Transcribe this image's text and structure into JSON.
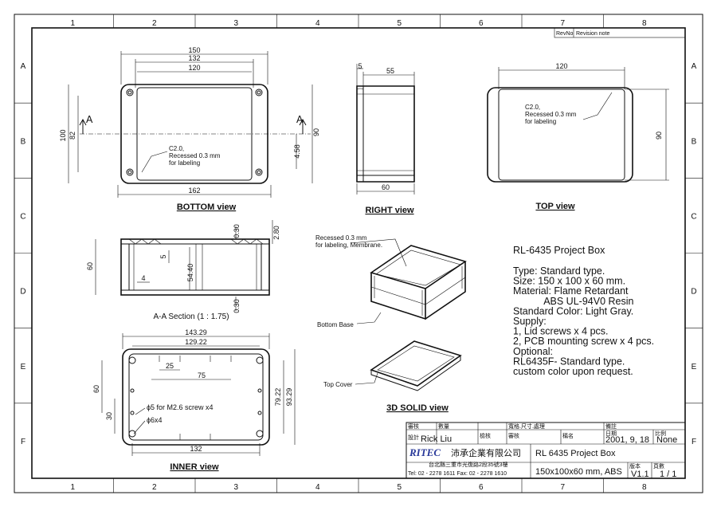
{
  "sheet": {
    "columns": [
      "1",
      "2",
      "3",
      "4",
      "5",
      "6",
      "7",
      "8"
    ],
    "rows": [
      "A",
      "B",
      "C",
      "D",
      "E",
      "F"
    ]
  },
  "revision": {
    "no_label": "RevNo",
    "note_label": "Revision note"
  },
  "views": {
    "bottom": "BOTTOM view",
    "right": "RIGHT view",
    "top": "TOP view",
    "section": "A-A Section  (1 : 1.75)",
    "inner": "INNER view",
    "solid": "3D SOLID view"
  },
  "bottom_view": {
    "dims": {
      "overall_length": "150",
      "hole_pitch": "132",
      "label_length": "120",
      "flange_length": "162",
      "overall_width": "100",
      "hole_width": "82",
      "label_width": "90",
      "offset": "4.58"
    },
    "section_mark": "A",
    "note": [
      "C2.0,",
      "Recessed 0.3 mm",
      "for labeling"
    ]
  },
  "right_view": {
    "dims": {
      "lip": "5",
      "body_height": "55",
      "total_height": "60"
    }
  },
  "top_view": {
    "dims": {
      "length": "120",
      "width": "90"
    },
    "note": [
      "C2.0,",
      "Recessed 0.3 mm",
      "for labeling"
    ]
  },
  "section": {
    "dims": {
      "height": "60",
      "inner_height": "54.40",
      "lip": "5",
      "wall": "4",
      "top_gap": "0.30",
      "rib": "2.80",
      "bottom_gap": "0.30"
    }
  },
  "inner_view": {
    "dims": {
      "outer": "143.29",
      "inner": "129.22",
      "slot": "25",
      "slot_pitch": "75",
      "hole_pitch": "132",
      "side_a": "60",
      "side_b": "30",
      "inner_width": "79.22",
      "outer_width": "93.29"
    },
    "notes": [
      "ϕ5 for M2.6 screw x4",
      "ϕ6x4"
    ]
  },
  "solid_view": {
    "note": [
      "Recessed 0.3 mm",
      "for labeling, Membrane."
    ],
    "bottom_label": "Bottom Base",
    "top_label": "Top Cover"
  },
  "spec": {
    "title": "RL-6435 Project Box",
    "lines": [
      "Type: Standard type.",
      "Size: 150 x 100 x 60 mm.",
      "Material: Flame Retardant",
      "           ABS UL-94V0 Resin",
      "Standard Color: Light Gray.",
      "Supply:",
      "1, Lid screws x 4 pcs.",
      "2, PCB mounting screw x 4 pcs.",
      "Optional:",
      "RL6435F- Standard type.",
      "custom color upon request."
    ]
  },
  "title_block": {
    "approve_label": "審核",
    "qty_label": "數量",
    "spec_label": "寬格.尺寸.處理",
    "remark_label": "備註",
    "design_label": "設計",
    "designer": "Rick Liu",
    "check_label": "檢核",
    "approve2_label": "審核",
    "name_label": "稱名",
    "date_label": "日期",
    "date": "2001, 9, 18",
    "scale_label": "比例",
    "scale": "None",
    "company_logo": "RITEC",
    "company_name": "沛承企業有限公司",
    "address": "台北縣三重市光復路2段35號3樓",
    "phone": "Tel: 02 - 2278 1611   Fax: 02 - 2278 1610",
    "part_name": "RL 6435 Project Box",
    "part_desc": "150x100x60 mm, ABS",
    "version_label": "版本",
    "version": "V1.1",
    "page_label": "頁數",
    "page": "1 / 1"
  }
}
